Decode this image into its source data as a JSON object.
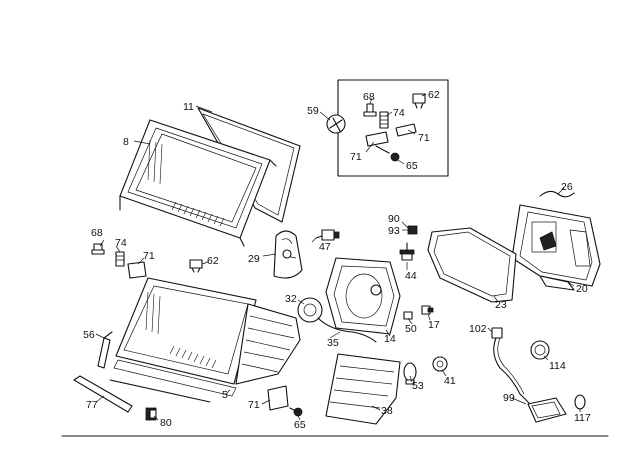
{
  "callouts": {
    "c8": "8",
    "c11": "11",
    "c59": "59",
    "c68_top": "68",
    "c62_top": "62",
    "c74_top": "74",
    "c71_top_r": "71",
    "c71_top_l": "71",
    "c65_top": "65",
    "c26": "26",
    "c90": "90",
    "c93": "93",
    "c47": "47",
    "c29": "29",
    "c44": "44",
    "c23": "23",
    "c20": "20",
    "c68_left": "68",
    "c74_left": "74",
    "c71_left": "71",
    "c62_left": "62",
    "c32": "32",
    "c35": "35",
    "c14": "14",
    "c50": "50",
    "c17": "17",
    "c56": "56",
    "c102": "102",
    "c114": "114",
    "c53": "53",
    "c41": "41",
    "c77": "77",
    "c80": "80",
    "c5": "5",
    "c71_bot": "71",
    "c65_bot": "65",
    "c38": "38",
    "c99": "99",
    "c117": "117"
  }
}
